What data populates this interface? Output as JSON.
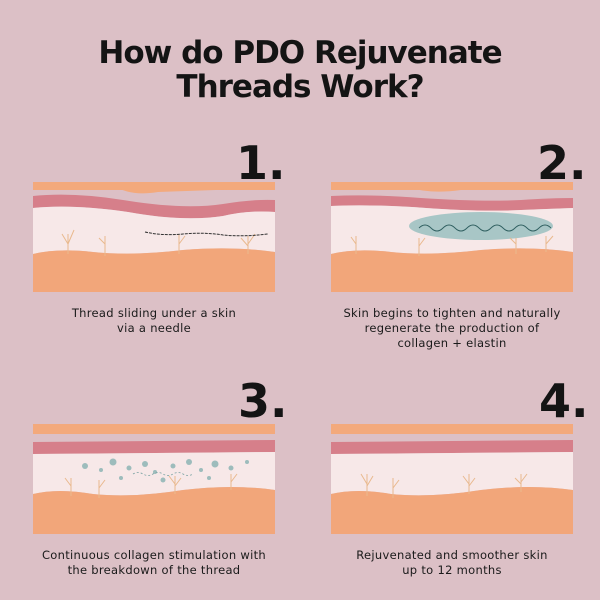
{
  "title": {
    "line1": "How do PDO Rejuvenate",
    "line2": "Threads Work?"
  },
  "steps": [
    {
      "number": "1.",
      "caption": [
        "Thread sliding under a skin",
        "via a needle"
      ]
    },
    {
      "number": "2.",
      "caption": [
        "Skin begins to tighten and naturally",
        "regenerate the production of",
        "collagen + elastin"
      ]
    },
    {
      "number": "3.",
      "caption": [
        "Continuous collagen stimulation with",
        "the breakdown of the thread"
      ]
    },
    {
      "number": "4.",
      "caption": [
        "Rejuvenated and smoother skin",
        "up to 12 months"
      ]
    }
  ],
  "colors": {
    "background": "#dcc0c6",
    "skin_top": "#f3a97c",
    "skin_band": "#d67f8a",
    "dermis": "#f7e8e8",
    "subcutis": "#f2a67a",
    "collagen_zone": "#a8c6c6",
    "collagen_dots": "#9dbcbc"
  }
}
